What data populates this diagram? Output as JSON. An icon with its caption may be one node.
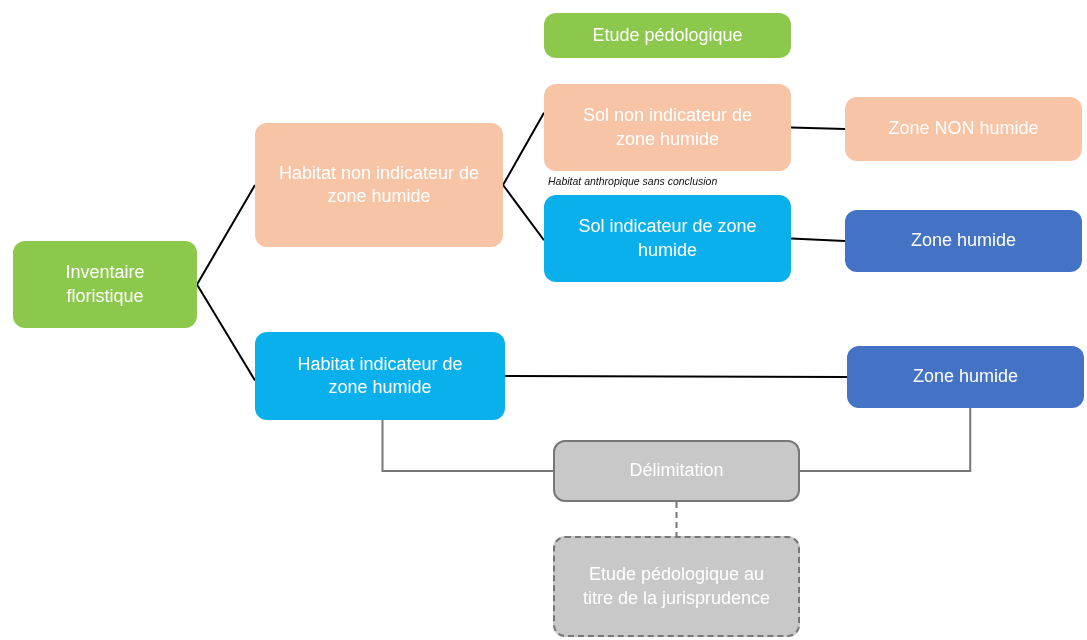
{
  "diagram": {
    "nodes": [
      {
        "text": [
          "Inventaire floristique"
        ]
      },
      {
        "text": [
          "Habitat non indicateur de zone humide"
        ]
      },
      {
        "text": [
          "Habitat indicateur de zone humide"
        ]
      },
      {
        "text": [
          "Etude pédologique"
        ]
      },
      {
        "text": [
          "Sol non indicateur de zone humide"
        ]
      },
      {
        "text": [
          "Sol indicateur de zone humide"
        ]
      },
      {
        "text": [
          "Zone NON humide"
        ]
      },
      {
        "text": [
          "Zone humide"
        ]
      },
      {
        "text": [
          "Zone humide"
        ]
      },
      {
        "text": [
          "Délimitation"
        ]
      },
      {
        "text": [
          "Etude pédologique au titre de la jurisprudence"
        ]
      }
    ],
    "edges": [
      {
        "from": 0,
        "to": 1,
        "arrow": "none"
      },
      {
        "from": 0,
        "to": 2,
        "arrow": "none"
      },
      {
        "from": 1,
        "to": 4,
        "arrow": "none"
      },
      {
        "from": 1,
        "to": 5,
        "arrow": "none"
      },
      {
        "from": 4,
        "to": 6,
        "arrow": "none"
      },
      {
        "from": 5,
        "to": 7,
        "arrow": "none"
      },
      {
        "from": 2,
        "to": 8,
        "arrow": "none"
      },
      {
        "from": 2,
        "to": 9,
        "arrow": "none",
        "color": "#777777"
      },
      {
        "from": 8,
        "to": 9,
        "arrow": "none",
        "color": "#777777"
      },
      {
        "from": 9,
        "to": 10,
        "arrow": "none",
        "style": "dashed",
        "color": "#777777"
      }
    ],
    "labels": [
      "Habitat anthropique sans conclusion"
    ]
  }
}
